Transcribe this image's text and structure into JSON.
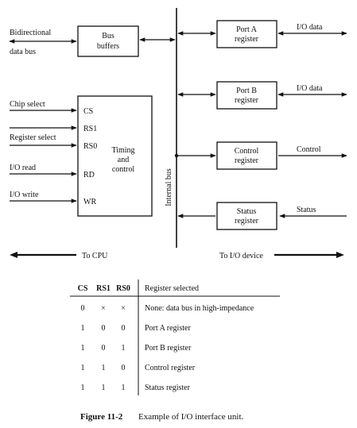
{
  "diagram": {
    "bidirectional_data_bus": [
      "Bidirectional",
      "data bus"
    ],
    "bus_buffers": [
      "Bus",
      "buffers"
    ],
    "port_a_register": [
      "Port A",
      "register"
    ],
    "port_b_register": [
      "Port B",
      "register"
    ],
    "control_register": [
      "Control",
      "register"
    ],
    "status_register": [
      "Status",
      "register"
    ],
    "io_data_a": "I/O data",
    "io_data_b": "I/O data",
    "control_out": "Control",
    "status_in": "Status",
    "internal_bus": "Internal bus",
    "chip_select": "Chip select",
    "register_select": "Register select",
    "io_read": "I/O read",
    "io_write": "I/O write",
    "pins": [
      "CS",
      "RS1",
      "RS0",
      "RD",
      "WR"
    ],
    "timing_control": [
      "Timing",
      "and",
      "control"
    ],
    "to_cpu": "To CPU",
    "to_io_device": "To I/O device"
  },
  "table": {
    "headers": [
      "CS",
      "RS1",
      "RS0",
      "Register selected"
    ],
    "rows": [
      [
        "0",
        "×",
        "×",
        "None: data bus in high-impedance"
      ],
      [
        "1",
        "0",
        "0",
        "Port A register"
      ],
      [
        "1",
        "0",
        "1",
        "Port B register"
      ],
      [
        "1",
        "1",
        "0",
        "Control register"
      ],
      [
        "1",
        "1",
        "1",
        "Status register"
      ]
    ]
  },
  "caption": {
    "number": "Figure 11-2",
    "text": "Example of I/O interface unit."
  }
}
